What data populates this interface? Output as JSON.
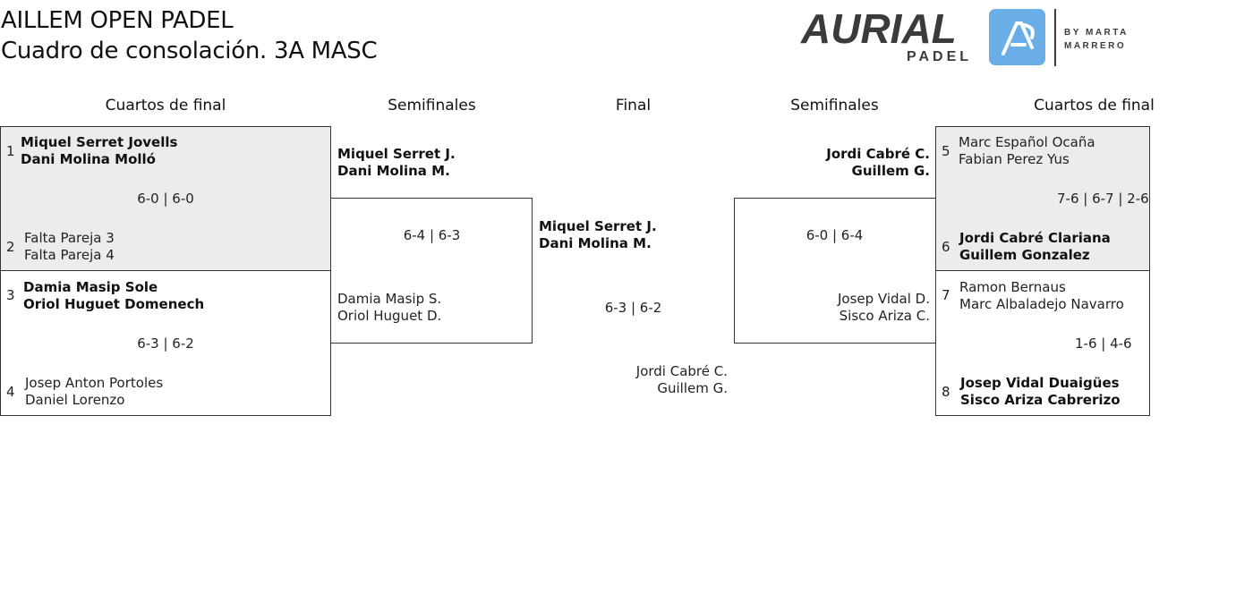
{
  "header": {
    "title": "AILLEM OPEN PADEL",
    "subtitle": "Cuadro de consolación. 3A MASC"
  },
  "logo": {
    "word": "AURIAL",
    "sub": "PADEL",
    "by": "BY MARTA",
    "by2": "MARRERO",
    "accent": "#6aaee8"
  },
  "rounds": {
    "qf_left": "Cuartos de final",
    "sf_left": "Semifinales",
    "final": "Final",
    "sf_right": "Semifinales",
    "qf_right": "Cuartos de final"
  },
  "qf_left": [
    {
      "seed_a": "1",
      "a1": "Miquel Serret Jovells",
      "a2": "Dani Molina Molló",
      "score": "6-0 | 6-0",
      "seed_b": "2",
      "b1": "Falta Pareja 3",
      "b2": "Falta Pareja 4"
    },
    {
      "seed_a": "3",
      "a1": "Damia Masip Sole",
      "a2": "Oriol Huguet Domenech",
      "score": "6-3 | 6-2",
      "seed_b": "4",
      "b1": "Josep Anton Portoles",
      "b2": "Daniel Lorenzo"
    }
  ],
  "sf_left": {
    "a1": "Miquel Serret J.",
    "a2": "Dani Molina M.",
    "score": "6-4 | 6-3",
    "b1": "Damia Masip S.",
    "b2": "Oriol Huguet D."
  },
  "final": {
    "a1": "Miquel Serret J.",
    "a2": "Dani Molina M.",
    "score": "6-3 | 6-2",
    "b1": "Jordi Cabré C.",
    "b2": "Guillem G."
  },
  "sf_right": {
    "a1": "Jordi Cabré C.",
    "a2": "Guillem G.",
    "score": "6-0 | 6-4",
    "b1": "Josep Vidal D.",
    "b2": "Sisco Ariza C."
  },
  "qf_right": [
    {
      "seed_a": "5",
      "a1": "Marc Español Ocaña",
      "a2": "Fabian Perez Yus",
      "score": "7-6 | 6-7 | 2-6",
      "seed_b": "6",
      "b1": "Jordi Cabré Clariana",
      "b2": "Guillem Gonzalez"
    },
    {
      "seed_a": "7",
      "a1": "Ramon Bernaus",
      "a2": "Marc Albaladejo Navarro",
      "score": "1-6 | 4-6",
      "seed_b": "8",
      "b1": "Josep Vidal Duaigües",
      "b2": "Sisco Ariza Cabrerizo"
    }
  ]
}
